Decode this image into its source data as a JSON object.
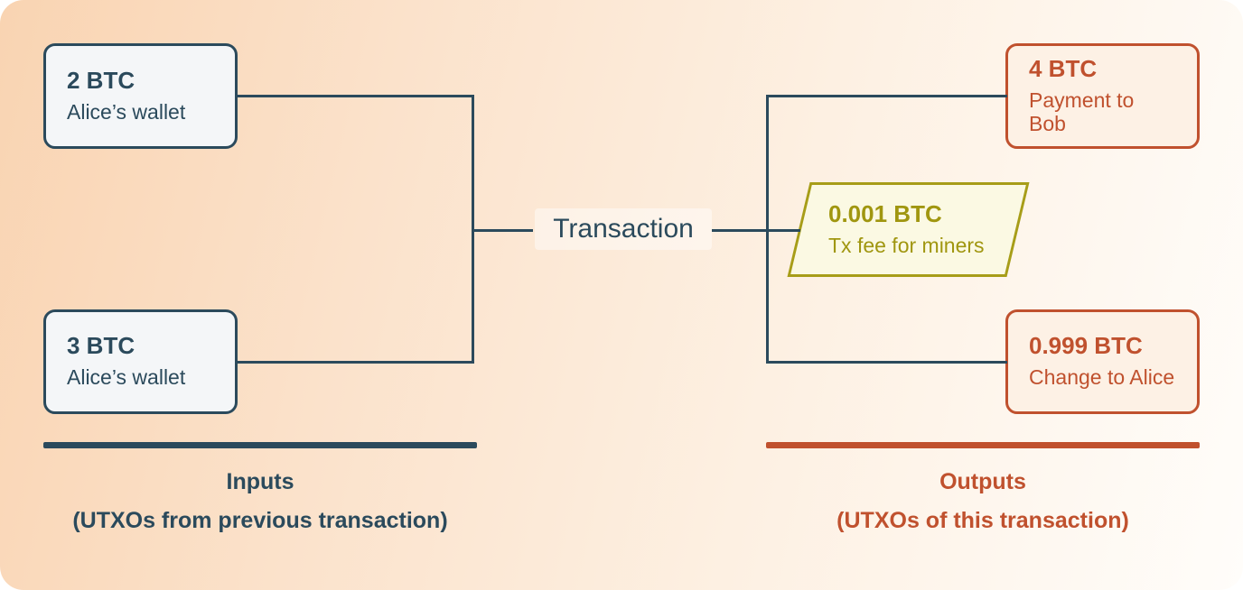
{
  "diagram": {
    "transaction": {
      "label": "Transaction"
    },
    "inputs": {
      "title": "Inputs",
      "subtitle": "(UTXOs from previous transaction)",
      "items": [
        {
          "amount": "2 BTC",
          "label": "Alice’s wallet"
        },
        {
          "amount": "3 BTC",
          "label": "Alice’s wallet"
        }
      ]
    },
    "outputs": {
      "title": "Outputs",
      "subtitle": "(UTXOs of this transaction)",
      "items": [
        {
          "amount": "4 BTC",
          "label": "Payment to Bob"
        },
        {
          "amount": "0.001 BTC",
          "label": "Tx fee for miners"
        },
        {
          "amount": "0.999 BTC",
          "label": "Change to Alice"
        }
      ]
    },
    "colors": {
      "navy": "#2b4a5c",
      "orange": "#c0512e",
      "olive": "#a79d18",
      "input_fill": "#f4f6f8",
      "output_fill": "#fdf1e5",
      "fee_fill": "#fbf9e3",
      "background_peach": "#f9d4b2",
      "background_light": "#fffdfa"
    }
  }
}
